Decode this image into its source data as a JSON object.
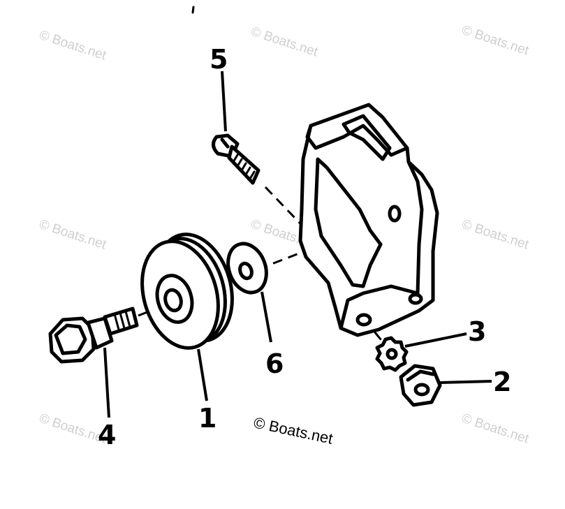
{
  "watermark": {
    "text": "© Boats.net",
    "color": "#cfcfcf"
  },
  "copyright": "© Boats.net",
  "callouts": {
    "c1": "1",
    "c2": "2",
    "c3": "3",
    "c4": "4",
    "c5": "5",
    "c6": "6"
  }
}
